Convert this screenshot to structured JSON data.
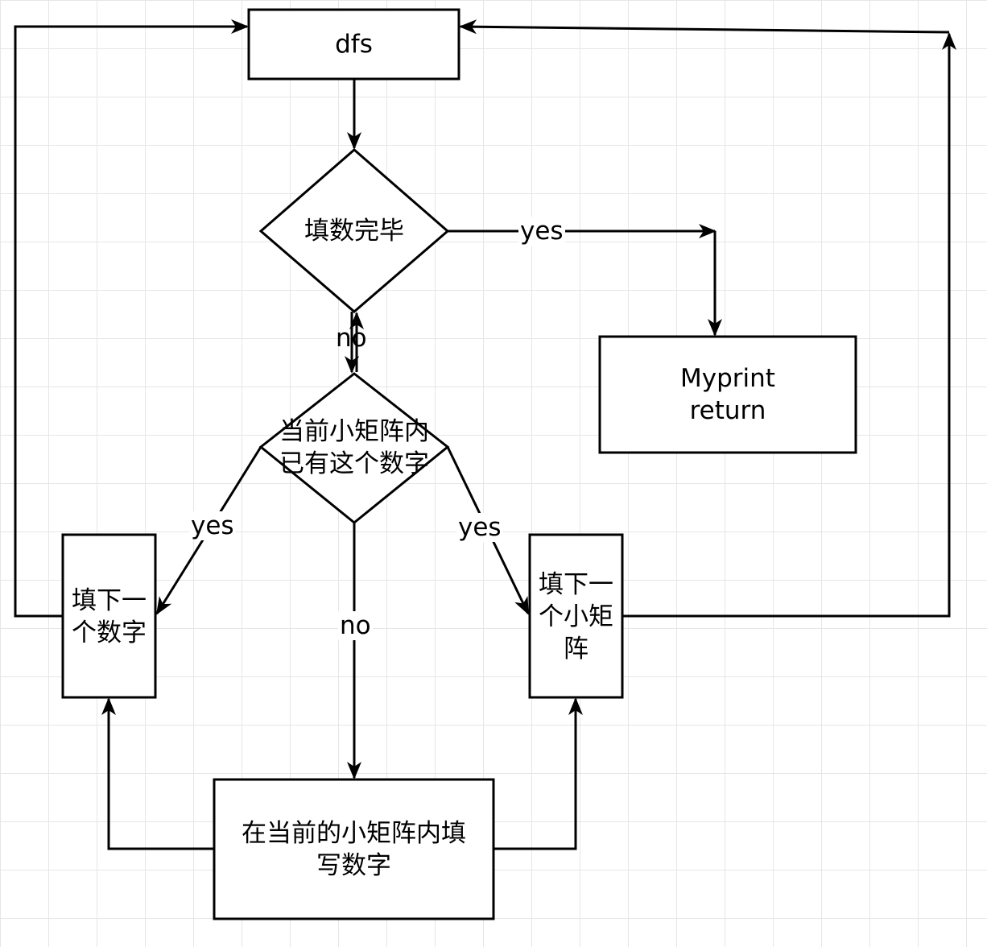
{
  "nodes": {
    "dfs": "dfs",
    "fill_done": "填数完毕",
    "myprint": "Myprint\nreturn",
    "has_number": "当前小矩阵内\n已有这个数字",
    "next_number": "填下一\n个数字",
    "next_matrix": "填下一\n个小矩\n阵",
    "fill_in": "在当前的小矩阵内填\n写数字"
  },
  "edges": {
    "yes_done": "yes",
    "no_done": "no",
    "yes_left": "yes",
    "yes_right": "yes",
    "no_has": "no"
  }
}
